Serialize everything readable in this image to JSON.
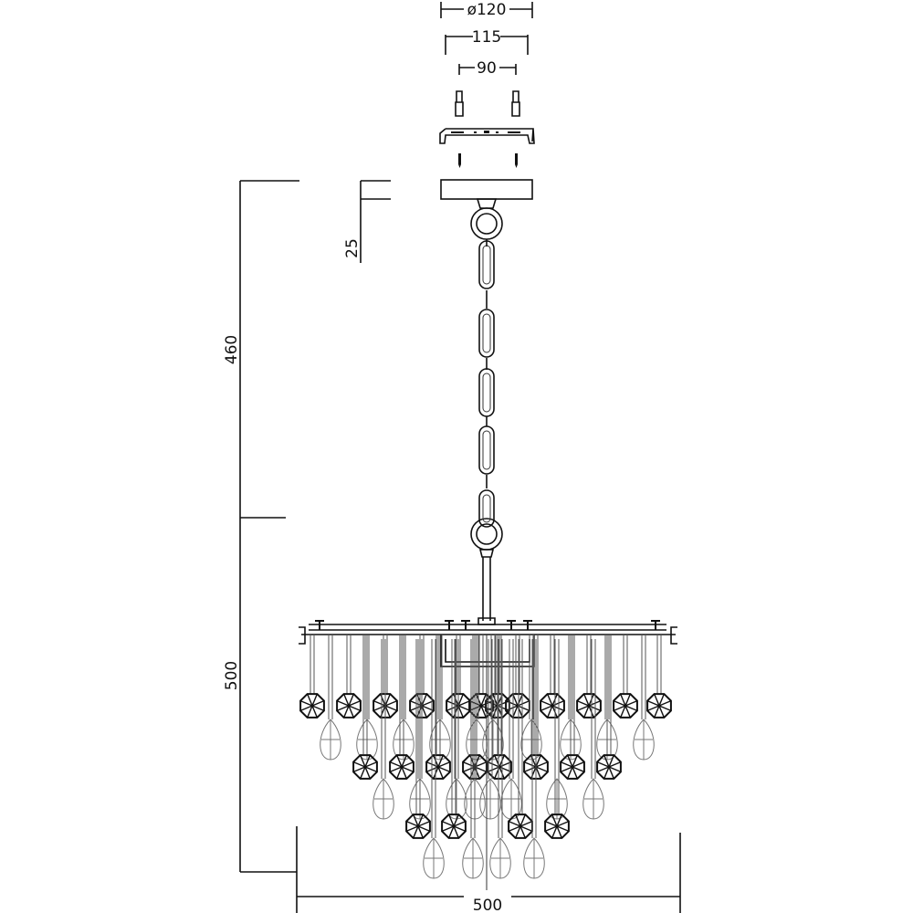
{
  "drawing": {
    "dimensions": {
      "canopy_diameter": "ø120",
      "bracket_width": "115",
      "anchor_spacing": "90",
      "canopy_height": "25",
      "chain_length": "460",
      "body_height": "500",
      "body_width": "500"
    },
    "colors": {
      "line": "#111111",
      "background": "#ffffff",
      "crystal_drop": "#777777"
    }
  }
}
